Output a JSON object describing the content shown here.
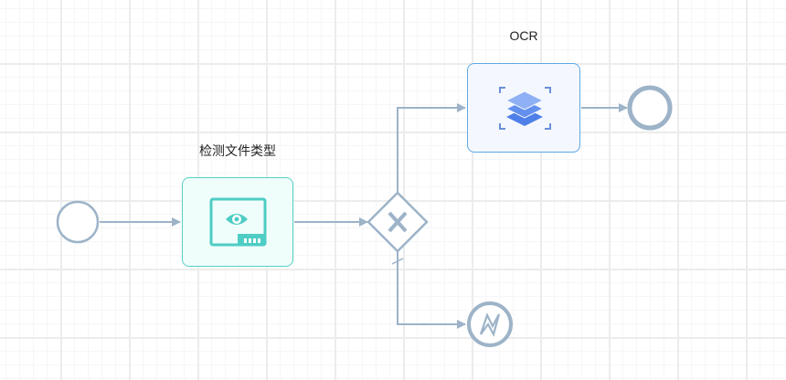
{
  "diagram": {
    "tasks": {
      "detect_file_type": {
        "label": "检测文件类型",
        "icon": "eye-screen-icon",
        "accent": "#4ecdc4"
      },
      "ocr": {
        "label": "OCR",
        "icon": "stacked-layers-scan-icon",
        "accent": "#4f7fe8"
      }
    },
    "gateway": {
      "type": "exclusive",
      "symbol": "X"
    },
    "start_event": {
      "type": "start"
    },
    "end_event": {
      "type": "end"
    },
    "error_end_event": {
      "type": "error-end"
    },
    "colors": {
      "connector": "#9db3c8",
      "event_stroke": "#9db3c8",
      "detect_task_fill": "#effdfb",
      "detect_task_border": "#55d2c6",
      "ocr_task_fill": "#f4f8fe",
      "ocr_task_border": "#5ca8e6"
    }
  }
}
